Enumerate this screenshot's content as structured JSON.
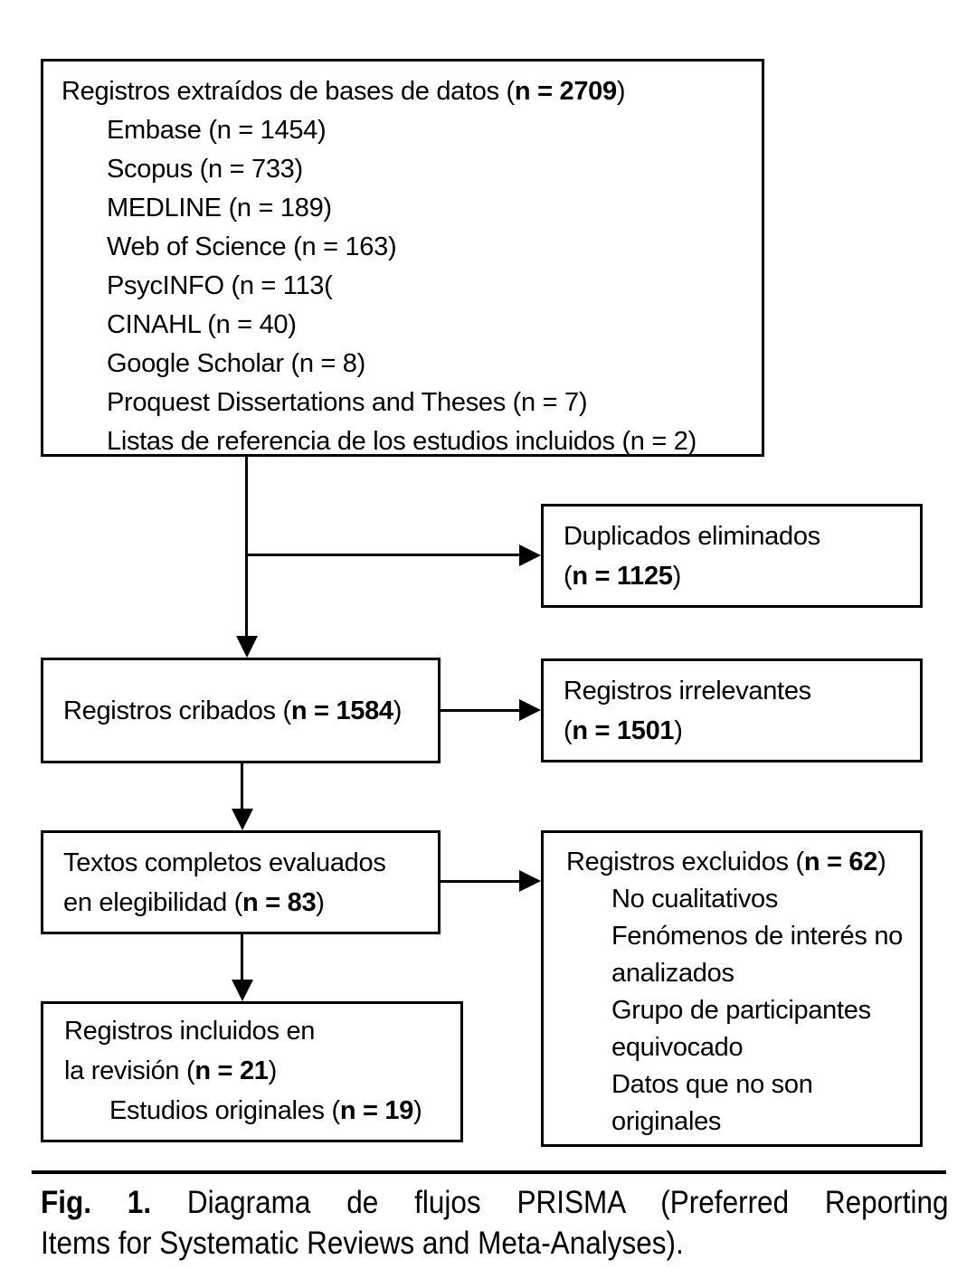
{
  "colors": {
    "ink": "#000000",
    "background": "#ffffff"
  },
  "boxes": {
    "sources": {
      "title": {
        "prefix": "Registros extraídos de bases de datos (",
        "bold": "n = 2709",
        "suffix": ")"
      },
      "items": [
        "Embase (n = 1454)",
        "Scopus (n = 733)",
        "MEDLINE (n = 189)",
        "Web of Science (n = 163)",
        "PsycINFO (n = 113(",
        "CINAHL (n = 40)",
        "Google Scholar (n = 8)",
        "Proquest Dissertations and Theses (n = 7)",
        "Listas de referencia de los estudios incluidos (n = 2)"
      ]
    },
    "duplicates": {
      "line1": "Duplicados eliminados",
      "count": {
        "prefix": "(",
        "bold": "n = 1125",
        "suffix": ")"
      }
    },
    "screened": {
      "line": {
        "prefix": "Registros cribados (",
        "bold": "n = 1584",
        "suffix": ")"
      }
    },
    "irrelevant": {
      "line1": "Registros irrelevantes",
      "count": {
        "prefix": "(",
        "bold": "n = 1501",
        "suffix": ")"
      }
    },
    "fulltext": {
      "line1": "Textos completos evaluados",
      "line2": {
        "prefix": "en elegibilidad (",
        "bold": "n = 83",
        "suffix": ")"
      }
    },
    "excluded": {
      "title": {
        "prefix": "Registros excluidos (",
        "bold": "n = 62",
        "suffix": ")"
      },
      "reasons": [
        "No cualitativos",
        "Fenómenos de interés no analizados",
        "Grupo de participantes equivocado",
        "Datos que no son originales"
      ]
    },
    "included": {
      "line1": "Registros incluidos en",
      "line2": {
        "prefix": "la revisión (",
        "bold": "n = 21",
        "suffix": ")"
      },
      "sub": {
        "prefix": "Estudios originales (",
        "bold": "n = 19",
        "suffix": ")"
      }
    }
  },
  "caption": {
    "label": "Fig. 1.",
    "line1_rest": " Diagrama de flujos PRISMA (Preferred Reporting",
    "line2": "Items for Systematic Reviews and Meta-Analyses)."
  }
}
